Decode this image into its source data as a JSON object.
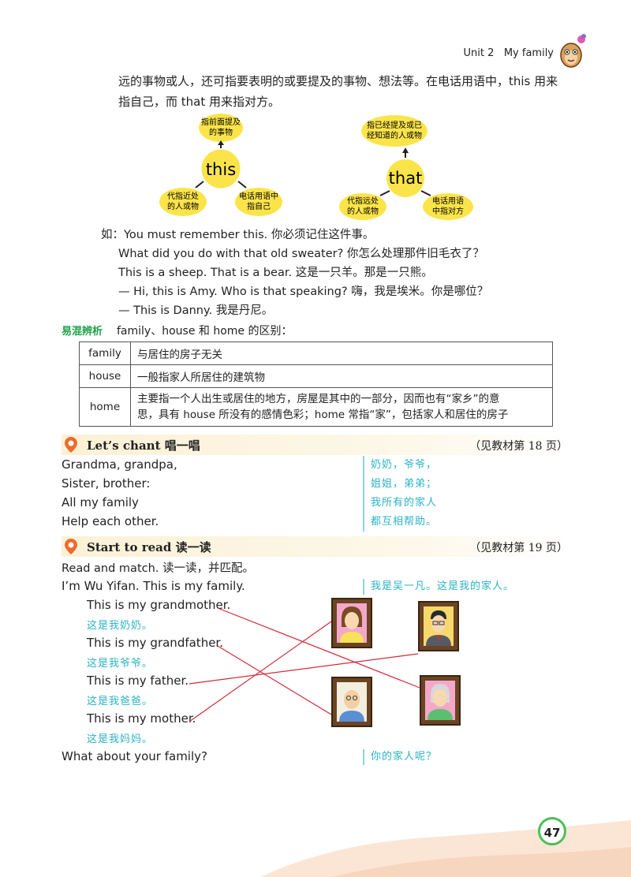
{
  "header": {
    "unit": "Unit 2",
    "title": "My family"
  },
  "intro": {
    "line1": "远的事物或人，还可指要表明的或要提及的事物、想法等。在电话用语中，this 用来",
    "line2": "指自己，而 that 用来指对方。"
  },
  "diagram": {
    "this": {
      "center": "this",
      "top": "指前面提及的事物",
      "left": "代指近处的人或物",
      "right": "电话用语中指自己"
    },
    "that": {
      "center": "that",
      "top": "指已经提及或已经知道的人或物",
      "left": "代指远处的人或物",
      "right": "电话用语中指对方"
    }
  },
  "examples": [
    "如：You must remember this. 你必须记住这件事。",
    "What did you do with that old sweater? 你怎么处理那件旧毛衣了？",
    "This is a sheep. That is a bear. 这是一只羊。那是一只熊。",
    "— Hi, this is Amy. Who is that speaking? 嗨，我是埃米。你是哪位？",
    "— This is Danny. 我是丹尼。"
  ],
  "confusion": {
    "tag": "易混辨析",
    "label": "family、house 和 home 的区别：",
    "rows": [
      {
        "word": "family",
        "desc": "与居住的房子无关"
      },
      {
        "word": "house",
        "desc": "一般指家人所居住的建筑物"
      },
      {
        "word": "home",
        "desc1": "主要指一个人出生或居住的地方，房屋是其中的一部分，因而也有“家乡”的意",
        "desc2": "思，具有 house 所没有的感情色彩；home 常指“家”，包括家人和居住的房子"
      }
    ]
  },
  "chant": {
    "title": "Let’s chant 唱一唱",
    "ref": "（见教材第 18 页）",
    "lines": [
      {
        "en": "Grandma, grandpa,",
        "cn": "奶奶，爷爷，"
      },
      {
        "en": "Sister, brother:",
        "cn": "姐姐，弟弟；"
      },
      {
        "en": "All my family",
        "cn": "我所有的家人"
      },
      {
        "en": "Help each other.",
        "cn": "都互相帮助。"
      }
    ]
  },
  "read": {
    "title": "Start to read 读一读",
    "ref": "（见教材第 19 页）",
    "instruction": "Read and match. 读一读，并匹配。",
    "intro_en": "I’m Wu Yifan. This is my family.",
    "intro_cn": "我是吴一凡。这是我的家人。",
    "items": [
      {
        "en": "This is my grandmother.",
        "cn": "这是我奶奶。"
      },
      {
        "en": "This is my grandfather.",
        "cn": "这是我爷爷。"
      },
      {
        "en": "This is my father.",
        "cn": "这是我爸爸。"
      },
      {
        "en": "This is my mother.",
        "cn": "这是我妈妈。"
      }
    ],
    "outro_en": "What about your family?",
    "outro_cn": "你的家人呢？"
  },
  "page_number": "47",
  "colors": {
    "accent_green": "#20a24a",
    "chinese_blue": "#2bb3c4",
    "bubble_yellow": "#fbe44a",
    "pin_orange": "#f06a2a"
  }
}
